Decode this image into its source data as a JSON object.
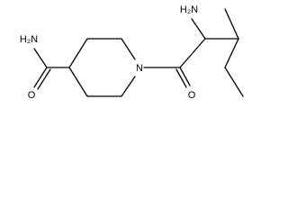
{
  "molecule": {
    "labels": {
      "amide_nh2": "H₂N",
      "amine_nh2": "H₂N",
      "carbonyl_o_left": "O",
      "ring_n": "N",
      "carbonyl_o_right": "O"
    }
  },
  "colors": {
    "bond": "#000000",
    "text": "#000000",
    "background": "#ffffff"
  }
}
